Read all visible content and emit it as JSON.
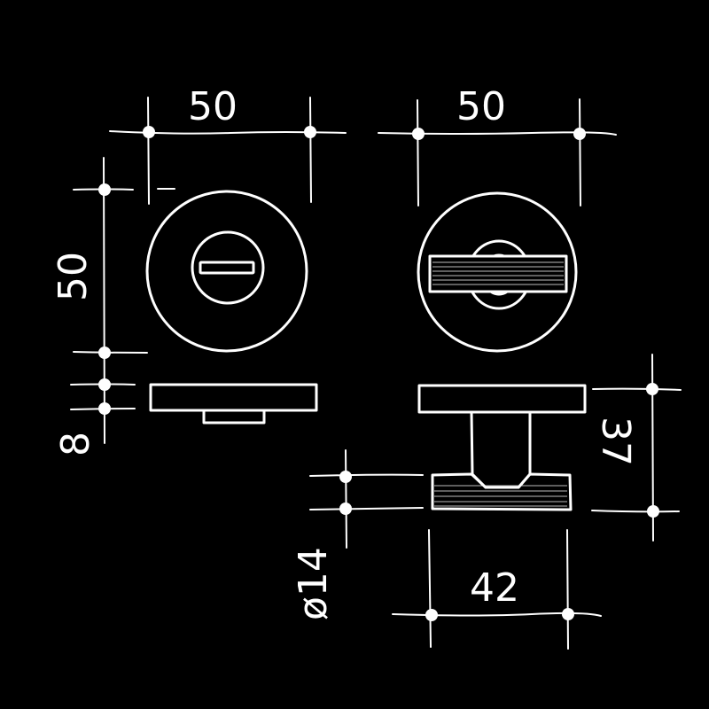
{
  "drawing": {
    "background_color": "#000000",
    "line_color": "#ffffff",
    "views": [
      {
        "name": "privacy-lock-escutcheon-front",
        "description": "Round rosette with slot"
      },
      {
        "name": "thumb-turn-front",
        "description": "Round rosette with hatched turn knob"
      },
      {
        "name": "privacy-lock-escutcheon-side",
        "description": "Side profile of rosette"
      },
      {
        "name": "thumb-turn-side",
        "description": "Side profile of thumb turn"
      }
    ],
    "dimensions": {
      "left_width": "50",
      "right_width": "50",
      "left_height": "50",
      "rosette_thickness": "8",
      "turn_depth": "37",
      "turn_diameter": "ø14",
      "turn_length": "42"
    }
  }
}
